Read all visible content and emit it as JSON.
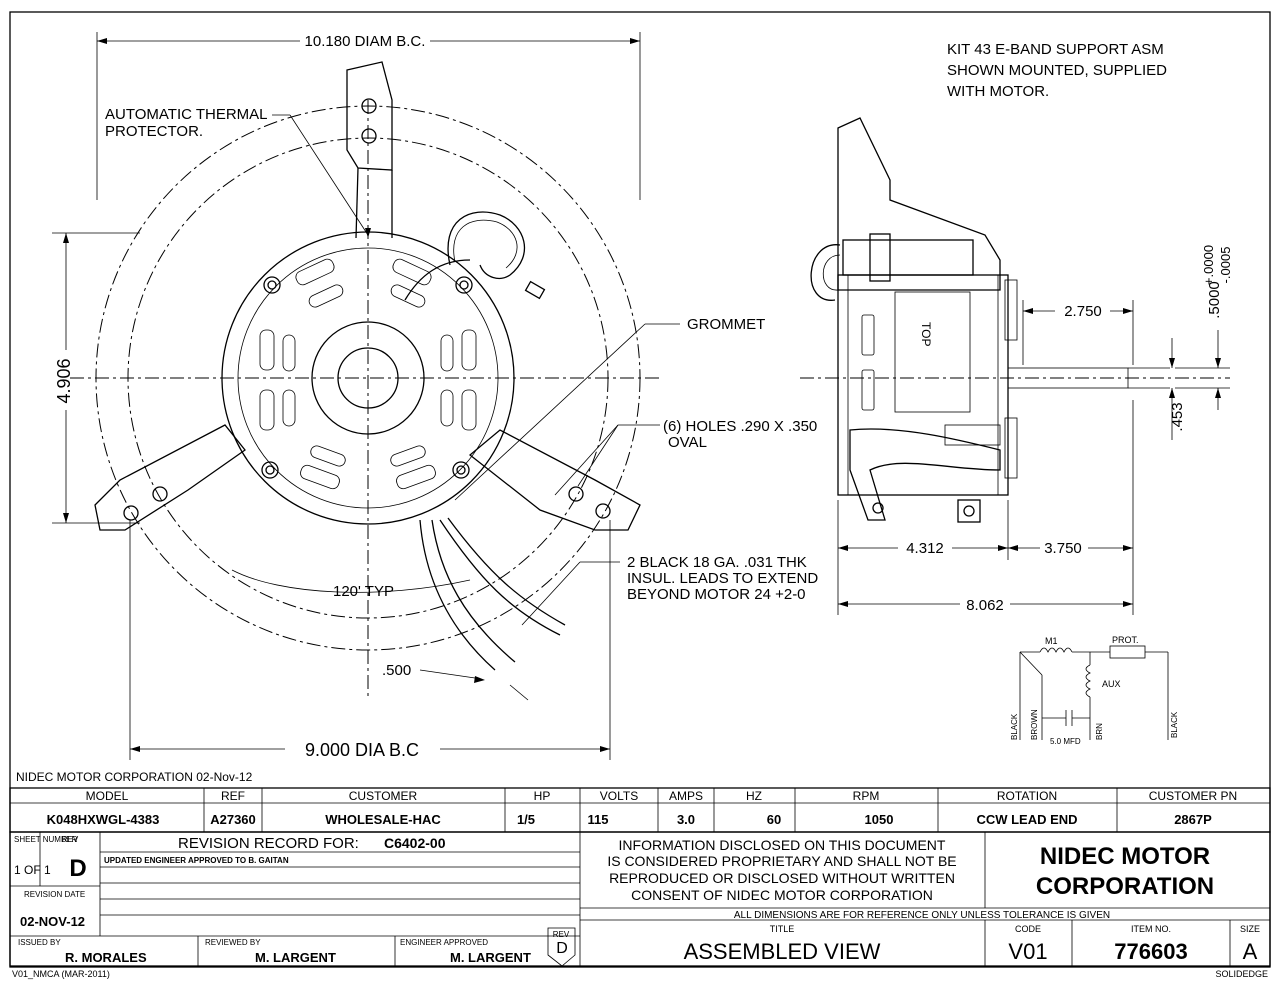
{
  "drawing": {
    "labels": {
      "diam_bc_top": "10.180 DIAM B.C.",
      "thermal_protector": [
        "AUTOMATIC THERMAL",
        "PROTECTOR."
      ],
      "grommet": "GROMMET",
      "holes": [
        "(6) HOLES .290 X .350",
        "OVAL"
      ],
      "leads": [
        "2 BLACK 18 GA. .031 THK",
        "INSUL. LEADS TO EXTEND",
        "BEYOND MOTOR 24 +2-0"
      ],
      "typ_120": "120' TYP",
      "dim_500": ".500",
      "dia_bc_bottom": "9.000 DIA B.C",
      "dim_4906": "4.906",
      "kit_note": [
        "KIT 43 E-BAND SUPPORT ASM",
        "SHOWN MOUNTED, SUPPLIED",
        "WITH MOTOR."
      ],
      "top_label": "TOP",
      "dim_2750": "2.750",
      "dim_shaft_a": ".5000",
      "dim_shaft_b": "+.0000",
      "dim_shaft_c": "-.0005",
      "dim_453": ".453",
      "dim_4312": "4.312",
      "dim_3750": "3.750",
      "dim_8062": "8.062"
    },
    "schematic": {
      "m1": "M1",
      "prot": "PROT.",
      "aux": "AUX",
      "black_left": "BLACK",
      "brown": "BROWN",
      "mfd": "5.0 MFD",
      "brn": "BRN",
      "black_right": "BLACK"
    }
  },
  "title_block": {
    "company_date": "NIDEC MOTOR CORPORATION 02-Nov-12",
    "headers": [
      "MODEL",
      "REF",
      "CUSTOMER",
      "HP",
      "VOLTS",
      "AMPS",
      "HZ",
      "RPM",
      "ROTATION",
      "CUSTOMER PN"
    ],
    "values": [
      "K048HXWGL-4383",
      "A27360",
      "WHOLESALE-HAC",
      "1/5",
      "115",
      "3.0",
      "60",
      "1050",
      "CCW LEAD END",
      "2867P"
    ],
    "sheet_number_label": "SHEET NUMBER",
    "rev_label": "REV",
    "sheet_value": "1 OF 1",
    "rev_value": "D",
    "revision_record_label": "REVISION RECORD FOR:",
    "revision_record_value": "C6402-00",
    "revision_note": "UPDATED ENGINEER APPROVED TO B. GAITAN",
    "revision_date_label": "REVISION DATE",
    "revision_date": "02-NOV-12",
    "disclaimer": [
      "INFORMATION DISCLOSED ON THIS DOCUMENT",
      "IS CONSIDERED PROPRIETARY AND SHALL NOT BE",
      "REPRODUCED OR DISCLOSED WITHOUT WRITTEN",
      "CONSENT OF NIDEC MOTOR CORPORATION"
    ],
    "company": [
      "NIDEC MOTOR",
      "CORPORATION"
    ],
    "dimensions_note": "ALL DIMENSIONS ARE FOR REFERENCE ONLY UNLESS TOLERANCE IS GIVEN",
    "issued_by_label": "ISSUED BY",
    "issued_by": "R. MORALES",
    "reviewed_by_label": "REVIEWED BY",
    "reviewed_by": "M. LARGENT",
    "engineer_label": "ENGINEER APPROVED",
    "engineer": "M. LARGENT",
    "rev_box_label": "REV",
    "rev_box_value": "D",
    "title_label": "TITLE",
    "title": "ASSEMBLED VIEW",
    "code_label": "CODE",
    "code": "V01",
    "item_label": "ITEM NO.",
    "item": "776603",
    "size_label": "SIZE",
    "size": "A",
    "footer_left": "V01_NMCA (MAR-2011)",
    "footer_right": "SOLIDEDGE"
  }
}
